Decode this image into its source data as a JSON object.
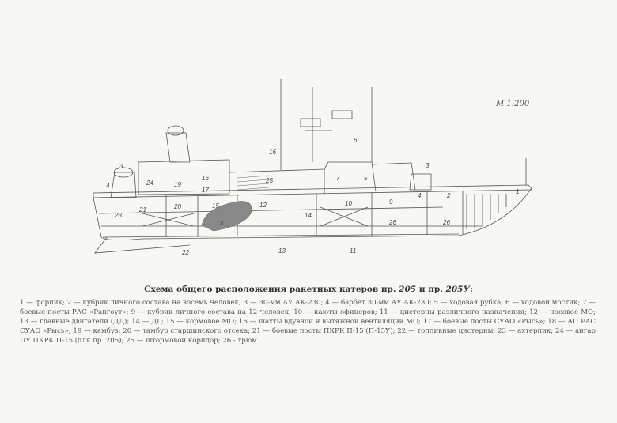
{
  "scale": "M 1:200",
  "title": {
    "prefix": "Схема общего расположения ракетных катеров пр.",
    "project1": "205",
    "mid": "и пр.",
    "project2": "205У",
    "suffix": ":"
  },
  "caption": "1 — форпик; 2 — кубрик личного состава на восемь человек; 3 — 30-мм АУ АК-230; 4 — барбет 30-мм АУ АК-230; 5 — ходовая рубка; 6 — ходовой мостик; 7 — боевые посты РАС «Рангоут»; 9 — кубрик личного состава на 12 человек; 10 — каюты офицеров; 11 — цистерны различного назначения; 12 — носовое МО; 13 — главные двигатели (ДД); 14 — ДГ; 15 — кормовое МО; 16 — шахты вдувной и вытяжной вентиляции МО; 17 — боевые посты СУАО «Рысь»; 18 — АП РАС СУАО «Рысь»; 19 — камбуз; 20 — тамбур старшинского отсека; 21 — боевые посты ПКРК П-15 (П-15У); 22 — топливные цистерны; 23 — ахтерпик; 24 — ангар ПУ ПКРК П-15 (для пр. 205); 25 — штормовой коридор; 26 - трюм.",
  "labels": {
    "l1": "1",
    "l2": "2",
    "l3a": "3",
    "l3b": "3",
    "l4a": "4",
    "l4b": "4",
    "l5": "5",
    "l6": "6",
    "l7": "7",
    "l9": "9",
    "l10": "10",
    "l11": "11",
    "l12": "12",
    "l13a": "13",
    "l13b": "13",
    "l14": "14",
    "l15": "15",
    "l16a": "16",
    "l16b": "16",
    "l17": "17",
    "l19": "19",
    "l20": "20",
    "l21": "21",
    "l22": "22",
    "l23": "23",
    "l24": "24",
    "l25": "25",
    "l26a": "26",
    "l26b": "26"
  }
}
